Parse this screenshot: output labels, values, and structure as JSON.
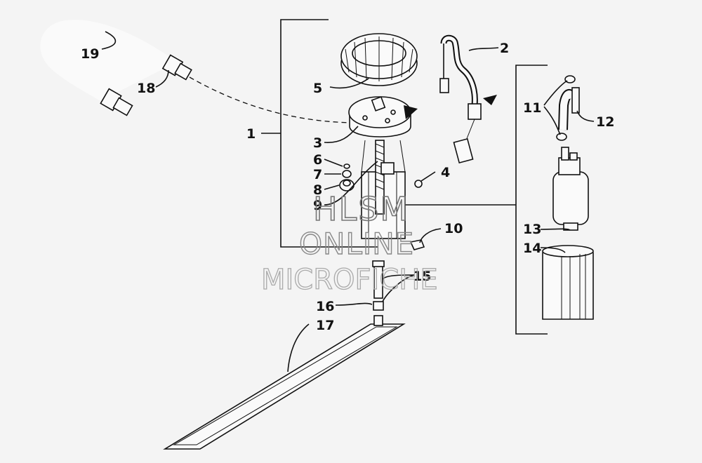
{
  "callouts": [
    {
      "id": "1",
      "text": "1"
    },
    {
      "id": "2",
      "text": "2"
    },
    {
      "id": "3",
      "text": "3"
    },
    {
      "id": "4",
      "text": "4"
    },
    {
      "id": "5",
      "text": "5"
    },
    {
      "id": "6",
      "text": "6"
    },
    {
      "id": "7",
      "text": "7"
    },
    {
      "id": "8",
      "text": "8"
    },
    {
      "id": "9",
      "text": "9"
    },
    {
      "id": "10",
      "text": "10"
    },
    {
      "id": "11",
      "text": "11"
    },
    {
      "id": "12",
      "text": "12"
    },
    {
      "id": "13",
      "text": "13"
    },
    {
      "id": "14",
      "text": "14"
    },
    {
      "id": "15",
      "text": "15"
    },
    {
      "id": "16",
      "text": "16"
    },
    {
      "id": "17",
      "text": "17"
    },
    {
      "id": "18",
      "text": "18"
    },
    {
      "id": "19",
      "text": "19"
    }
  ],
  "watermark": {
    "line1": "HLSM",
    "line2": "ONLINE",
    "line3": "MICROFICHE"
  }
}
